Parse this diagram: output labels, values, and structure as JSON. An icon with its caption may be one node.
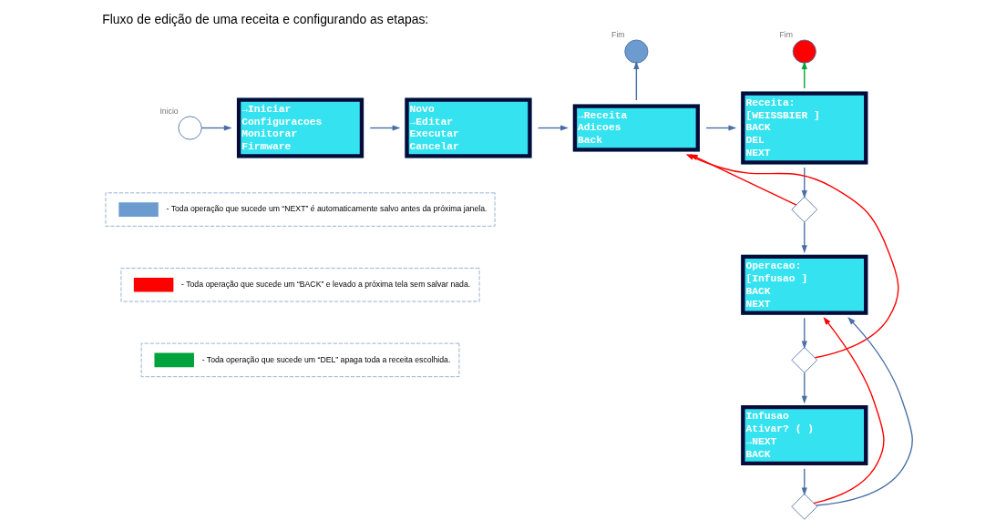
{
  "diagram": {
    "title": "Fluxo de edição de uma receita e configurando as etapas:",
    "nodes": [
      {
        "text": [
          "Inicio"
        ]
      },
      {
        "text": [
          "→Iniciar",
          "Configuracoes",
          "Monitorar",
          "Firmware"
        ]
      },
      {
        "text": [
          "Novo",
          "→Editar",
          "Executar",
          "Cancelar"
        ]
      },
      {
        "text": [
          "→Receita",
          "Adicoes",
          "Back"
        ]
      },
      {
        "text": [
          "Fim"
        ]
      },
      {
        "text": [
          "Receita:",
          "[WEISSBIER ]",
          "BACK",
          "DEL",
          "NEXT"
        ]
      },
      {
        "text": [
          "Fim"
        ]
      },
      {
        "text": [],
        "shape": "diamond"
      },
      {
        "text": [
          "Operacao:",
          "[Infusao ]",
          "BACK",
          "NEXT"
        ]
      },
      {
        "text": [],
        "shape": "diamond"
      },
      {
        "text": [
          "Infusao",
          "Ativar? ( )",
          "→NEXT",
          "BACK"
        ]
      },
      {
        "text": [],
        "shape": "diamond"
      }
    ],
    "edges": [
      {
        "from": 0,
        "to": 1,
        "arrow": "to"
      },
      {
        "from": 1,
        "to": 2,
        "arrow": "to"
      },
      {
        "from": 2,
        "to": 3,
        "arrow": "to"
      },
      {
        "from": 3,
        "to": 4,
        "arrow": "to"
      },
      {
        "from": 3,
        "to": 5,
        "arrow": "to"
      },
      {
        "from": 5,
        "to": 6,
        "arrow": "to",
        "color": "#00a33c"
      },
      {
        "from": 5,
        "to": 7,
        "arrow": "to"
      },
      {
        "from": 7,
        "to": 3,
        "arrow": "to",
        "color": "#ff0000"
      },
      {
        "from": 7,
        "to": 8,
        "arrow": "to"
      },
      {
        "from": 8,
        "to": 9,
        "arrow": "to"
      },
      {
        "from": 9,
        "to": 3,
        "arrow": "to",
        "color": "#ff0000"
      },
      {
        "from": 9,
        "to": 10,
        "arrow": "to"
      },
      {
        "from": 10,
        "to": 11,
        "arrow": "to"
      },
      {
        "from": 11,
        "to": 8,
        "arrow": "to",
        "color": "#ff0000"
      },
      {
        "from": 11,
        "to": 8,
        "arrow": "to"
      }
    ],
    "legend": [
      {
        "text": "- Toda operação que sucede um “NEXT” é automaticamente salvo antes da próxima janela.",
        "color": "#6c9bcf"
      },
      {
        "text": "- Toda operação que sucede um “BACK” e levado a próxima tela sem salvar nada.",
        "color": "#ff0000"
      },
      {
        "text": "- Toda operação que sucede um “DEL” apaga toda a receita escolhida.",
        "color": "#00a33c"
      }
    ]
  }
}
